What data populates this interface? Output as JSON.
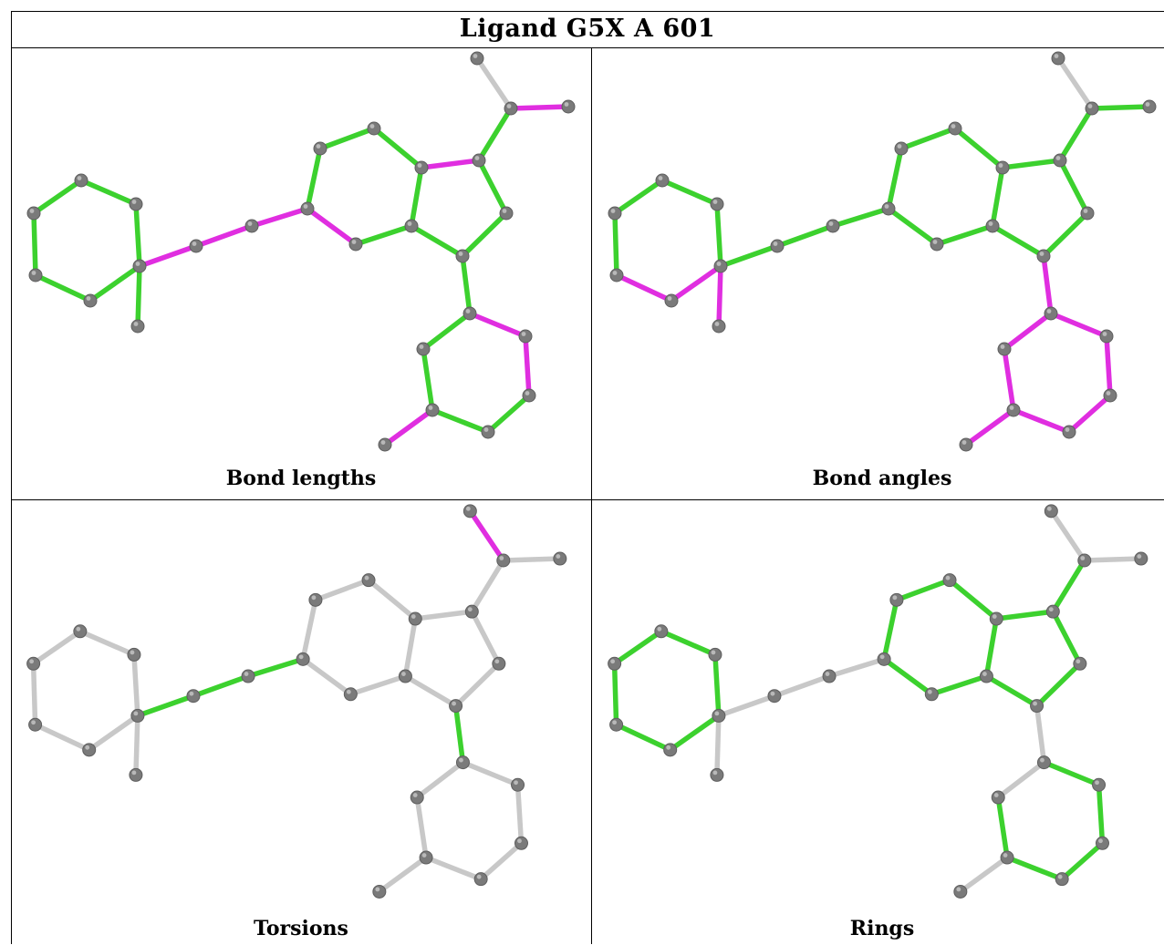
{
  "title": "Ligand G5X A 601",
  "panels": [
    {
      "caption": "Bond lengths"
    },
    {
      "caption": "Bond angles"
    },
    {
      "caption": "Torsions"
    },
    {
      "caption": "Rings"
    }
  ],
  "colors": {
    "highlight_green": "#3cd12e",
    "outlier_magenta": "#e02ee0",
    "neutral_grey": "#c8c8c8",
    "atom_grey": "#7a7a7a",
    "border": "#000000"
  },
  "bond_status": {
    "bond_lengths": [
      "g",
      "g",
      "g",
      "g",
      "g",
      "g",
      "g",
      "m",
      "m",
      "m",
      "g",
      "g",
      "g",
      "g",
      "g",
      "m",
      "m",
      "g",
      "g",
      "g",
      "g",
      "g",
      "m",
      "m",
      "g",
      "g",
      "g",
      "g",
      "l"
    ],
    "bond_angles": [
      "g",
      "g",
      "g",
      "m",
      "m",
      "g",
      "m",
      "g",
      "g",
      "g",
      "g",
      "g",
      "g",
      "g",
      "g",
      "g",
      "g",
      "g",
      "g",
      "g",
      "g",
      "m",
      "m",
      "m",
      "m",
      "m",
      "m",
      "m",
      "l"
    ],
    "torsions": [
      "l",
      "l",
      "l",
      "l",
      "l",
      "l",
      "l",
      "g",
      "g",
      "g",
      "l",
      "l",
      "l",
      "l",
      "l",
      "l",
      "l",
      "l",
      "l",
      "l",
      "l",
      "g",
      "l",
      "l",
      "l",
      "l",
      "l",
      "l",
      "m"
    ],
    "rings": [
      "g",
      "g",
      "g",
      "g",
      "g",
      "g",
      "l",
      "l",
      "l",
      "l",
      "g",
      "g",
      "g",
      "g",
      "g",
      "g",
      "g",
      "g",
      "g",
      "g",
      "g",
      "l",
      "g",
      "g",
      "g",
      "g",
      "g",
      "l",
      "l"
    ]
  }
}
